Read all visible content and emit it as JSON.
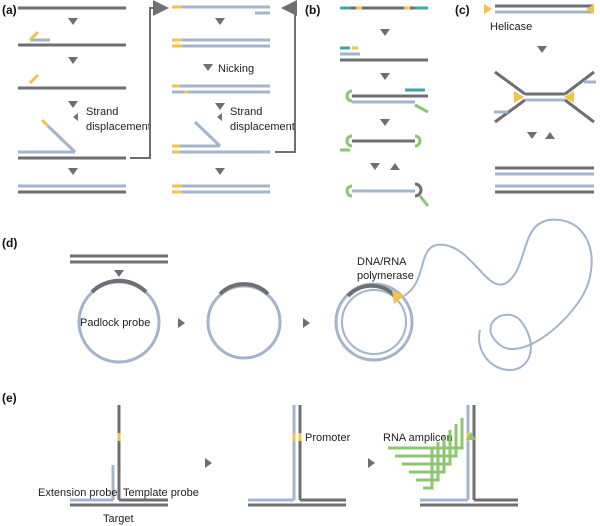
{
  "panels": {
    "a": "(a)",
    "b": "(b)",
    "c": "(c)",
    "d": "(d)",
    "e": "(e)"
  },
  "labels": {
    "strand_displacement_line1": "Strand",
    "strand_displacement_line2": "displacement",
    "nicking": "Nicking",
    "helicase": "Helicase",
    "padlock_probe": "Padlock probe",
    "polymerase_line1": "DNA/RNA",
    "polymerase_line2": "polymerase",
    "promoter": "Promoter",
    "rna_amplicon": "RNA amplicon",
    "extension_probe": "Extension probe",
    "template_probe": "Template probe",
    "target": "Target"
  },
  "colors": {
    "dark_strand": "#6f6f73",
    "light_strand": "#a3b4cc",
    "primer": "#f2c24a",
    "green": "#8cc66e",
    "teal": "#3fa7a3",
    "arrow": "#6f6f73"
  }
}
